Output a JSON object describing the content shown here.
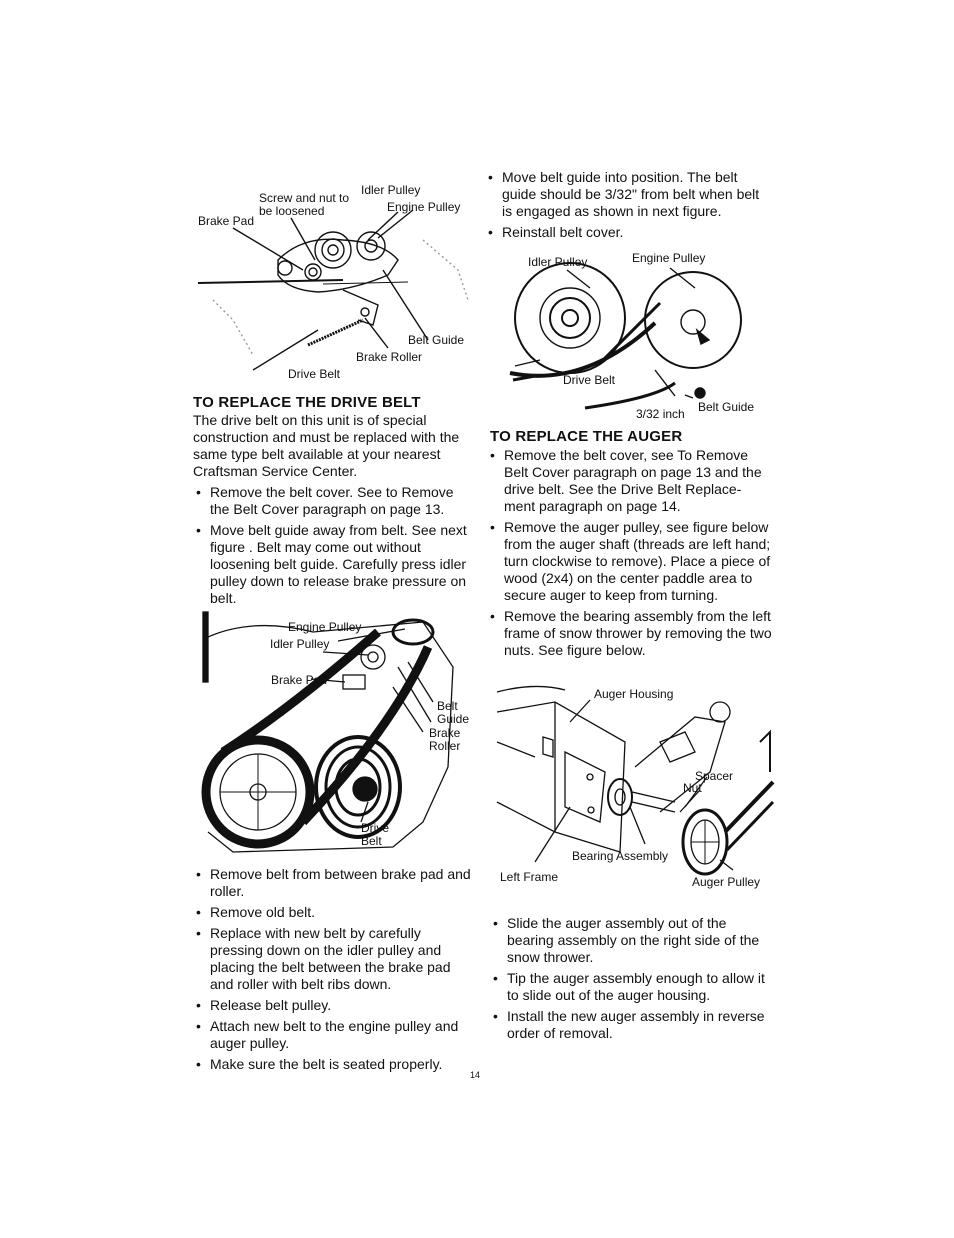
{
  "fig1": {
    "labels": {
      "screw_nut": "Screw and nut to",
      "be_loosened": "be loosened",
      "idler_pulley": "Idler Pulley",
      "engine_pulley": "Engine Pulley",
      "brake_pad": "Brake Pad",
      "belt_guide": "Belt Guide",
      "brake_roller": "Brake Roller",
      "drive_belt": "Drive Belt"
    }
  },
  "drive_belt_section": {
    "heading": "TO REPLACE THE DRIVE BELT",
    "intro": "The drive belt on this unit is of special construction and must be replaced with the same type belt available at your nearest Craftsman Service Center.",
    "steps_a": [
      "Remove the belt cover. See to Remove the Belt Cover paragraph on page 13.",
      "Move belt guide away from belt. See next figure . Belt may come out without loosening belt guide. Carefully press idler pulley down to release brake pressure on belt."
    ],
    "steps_b": [
      "Remove belt from between brake pad and roller.",
      "Remove old belt.",
      "Replace with new belt by carefully pressing down on the idler pulley and placing the belt between the brake pad and roller with belt ribs down.",
      "Release belt pulley.",
      "Attach new belt to the engine pulley and auger pulley.",
      "Make sure the belt is seated properly."
    ]
  },
  "fig2": {
    "labels": {
      "engine_pulley": "Engine Pulley",
      "idler_pulley": "Idler Pulley",
      "brake_pad": "Brake Pad",
      "belt": "Belt",
      "guide": "Guide",
      "brake": "Brake",
      "roller": "Roller",
      "drive": "Drive",
      "belt2": "Belt"
    }
  },
  "right_top": {
    "steps": [
      "Move belt guide into position. The belt guide should be 3/32\" from belt when belt is engaged as shown in next figure.",
      "Reinstall belt cover."
    ]
  },
  "fig3": {
    "labels": {
      "idler_pulley": "Idler Pulley",
      "engine_pulley": "Engine Pulley",
      "drive_belt": "Drive Belt",
      "belt_guide": "Belt Guide",
      "gap": "3/32 inch"
    }
  },
  "auger_section": {
    "heading": "TO REPLACE THE AUGER",
    "steps_a": [
      "Remove the belt cover, see To Remove Belt Cover paragraph on page 13 and the drive belt. See the Drive Belt Replace-ment paragraph on page 14.",
      "Remove the auger pulley, see figure below from the auger shaft (threads are left hand; turn clockwise to remove). Place a piece of wood (2x4) on the center paddle area to secure auger to keep from turning.",
      "Remove the bearing assembly from the left frame of snow thrower by removing the two nuts. See figure below."
    ],
    "steps_b": [
      "Slide the auger assembly out of the bearing assembly on the right side of the snow thrower.",
      "Tip the auger assembly enough to allow it to slide out of the auger housing.",
      "Install the new auger assembly in reverse order of removal."
    ]
  },
  "fig4": {
    "labels": {
      "auger_housing": "Auger Housing",
      "spacer": "Spacer",
      "nut": "Nut",
      "bearing_assembly": "Bearing Assembly",
      "left_frame": "Left Frame",
      "auger_pulley": "Auger Pulley"
    }
  },
  "page_number": "14"
}
